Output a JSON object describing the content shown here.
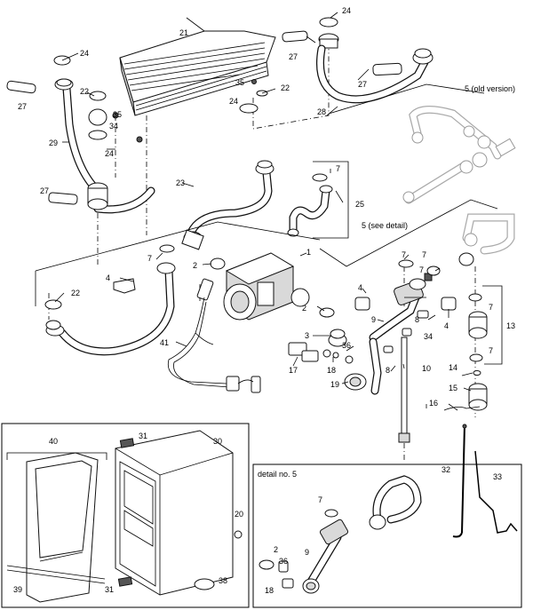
{
  "callouts": {
    "p1": "1",
    "p2a": "2",
    "p2b": "2",
    "p2c": "2",
    "p3": "3",
    "p4a": "4",
    "p4b": "4",
    "p4c": "4",
    "p5old": "5 (old version)",
    "p5detail": "5 (see detail)",
    "p7a": "7",
    "p7b": "7",
    "p7c": "7",
    "p7d": "7",
    "p7e": "7",
    "p7f": "7",
    "p7g": "7",
    "p8a": "8",
    "p8b": "8",
    "p9a": "9",
    "p9b": "9",
    "p10": "10",
    "p13": "13",
    "p14": "14",
    "p15": "15",
    "p16": "16",
    "p17": "17",
    "p18a": "18",
    "p18b": "18",
    "p19": "19",
    "p20": "20",
    "p21": "21",
    "p22a": "22",
    "p22b": "22",
    "p22c": "22",
    "p23": "23",
    "p24a": "24",
    "p24b": "24",
    "p24c": "24",
    "p24d": "24",
    "p25": "25",
    "p27a": "27",
    "p27b": "27",
    "p27c": "27",
    "p27d": "27",
    "p28": "28",
    "p29": "29",
    "p30": "30",
    "p31a": "31",
    "p31b": "31",
    "p32": "32",
    "p33": "33",
    "p34a": "34",
    "p34b": "34",
    "p35a": "35",
    "p35b": "35",
    "p36a": "36",
    "p36b": "36",
    "p38": "38",
    "p39": "39",
    "p40": "40",
    "p41": "41"
  },
  "detail_box": {
    "title": "detail no. 5"
  },
  "colors": {
    "line": "#000000",
    "part_fill": "#ffffff",
    "shade": "#d9d9d9",
    "ghost": "#999999"
  }
}
